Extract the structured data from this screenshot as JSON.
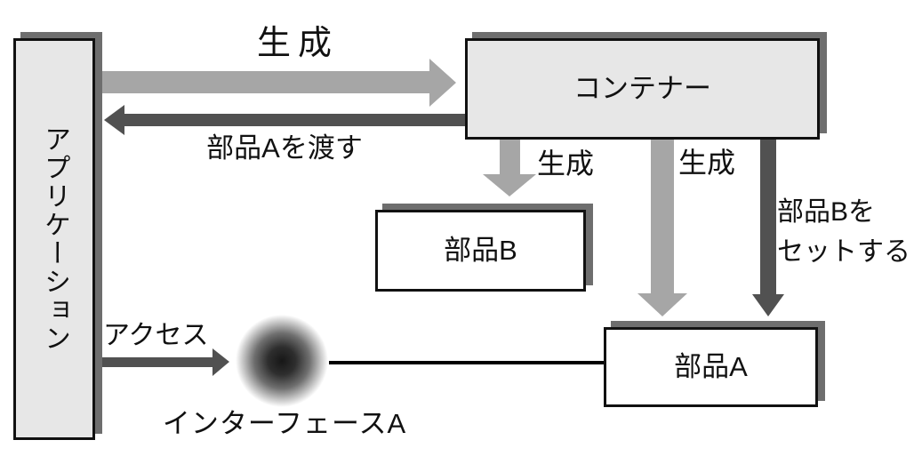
{
  "diagram": {
    "boxes": {
      "application": {
        "label": "アプリケーション"
      },
      "container": {
        "label": "コンテナー"
      },
      "part_b": {
        "label": "部品B"
      },
      "part_a": {
        "label": "部品A"
      }
    },
    "labels": {
      "create_top": "生成",
      "pass_part_a": "部品Aを渡す",
      "create_part_b": "生成",
      "create_part_a": "生成",
      "set_part_b_line1": "部品Bを",
      "set_part_b_line2": "セットする",
      "access": "アクセス",
      "interface_a": "インターフェースA"
    },
    "colors": {
      "box_fill_gray": "#e7e7e7",
      "box_fill_white": "#ffffff",
      "border_black": "#111111",
      "shadow_gray": "#6e6e6e",
      "arrow_light_gray": "#a6a6a6",
      "arrow_dark_gray": "#515151",
      "connector_black": "#000000",
      "interface_ball_core": "#1a1a1a"
    }
  }
}
